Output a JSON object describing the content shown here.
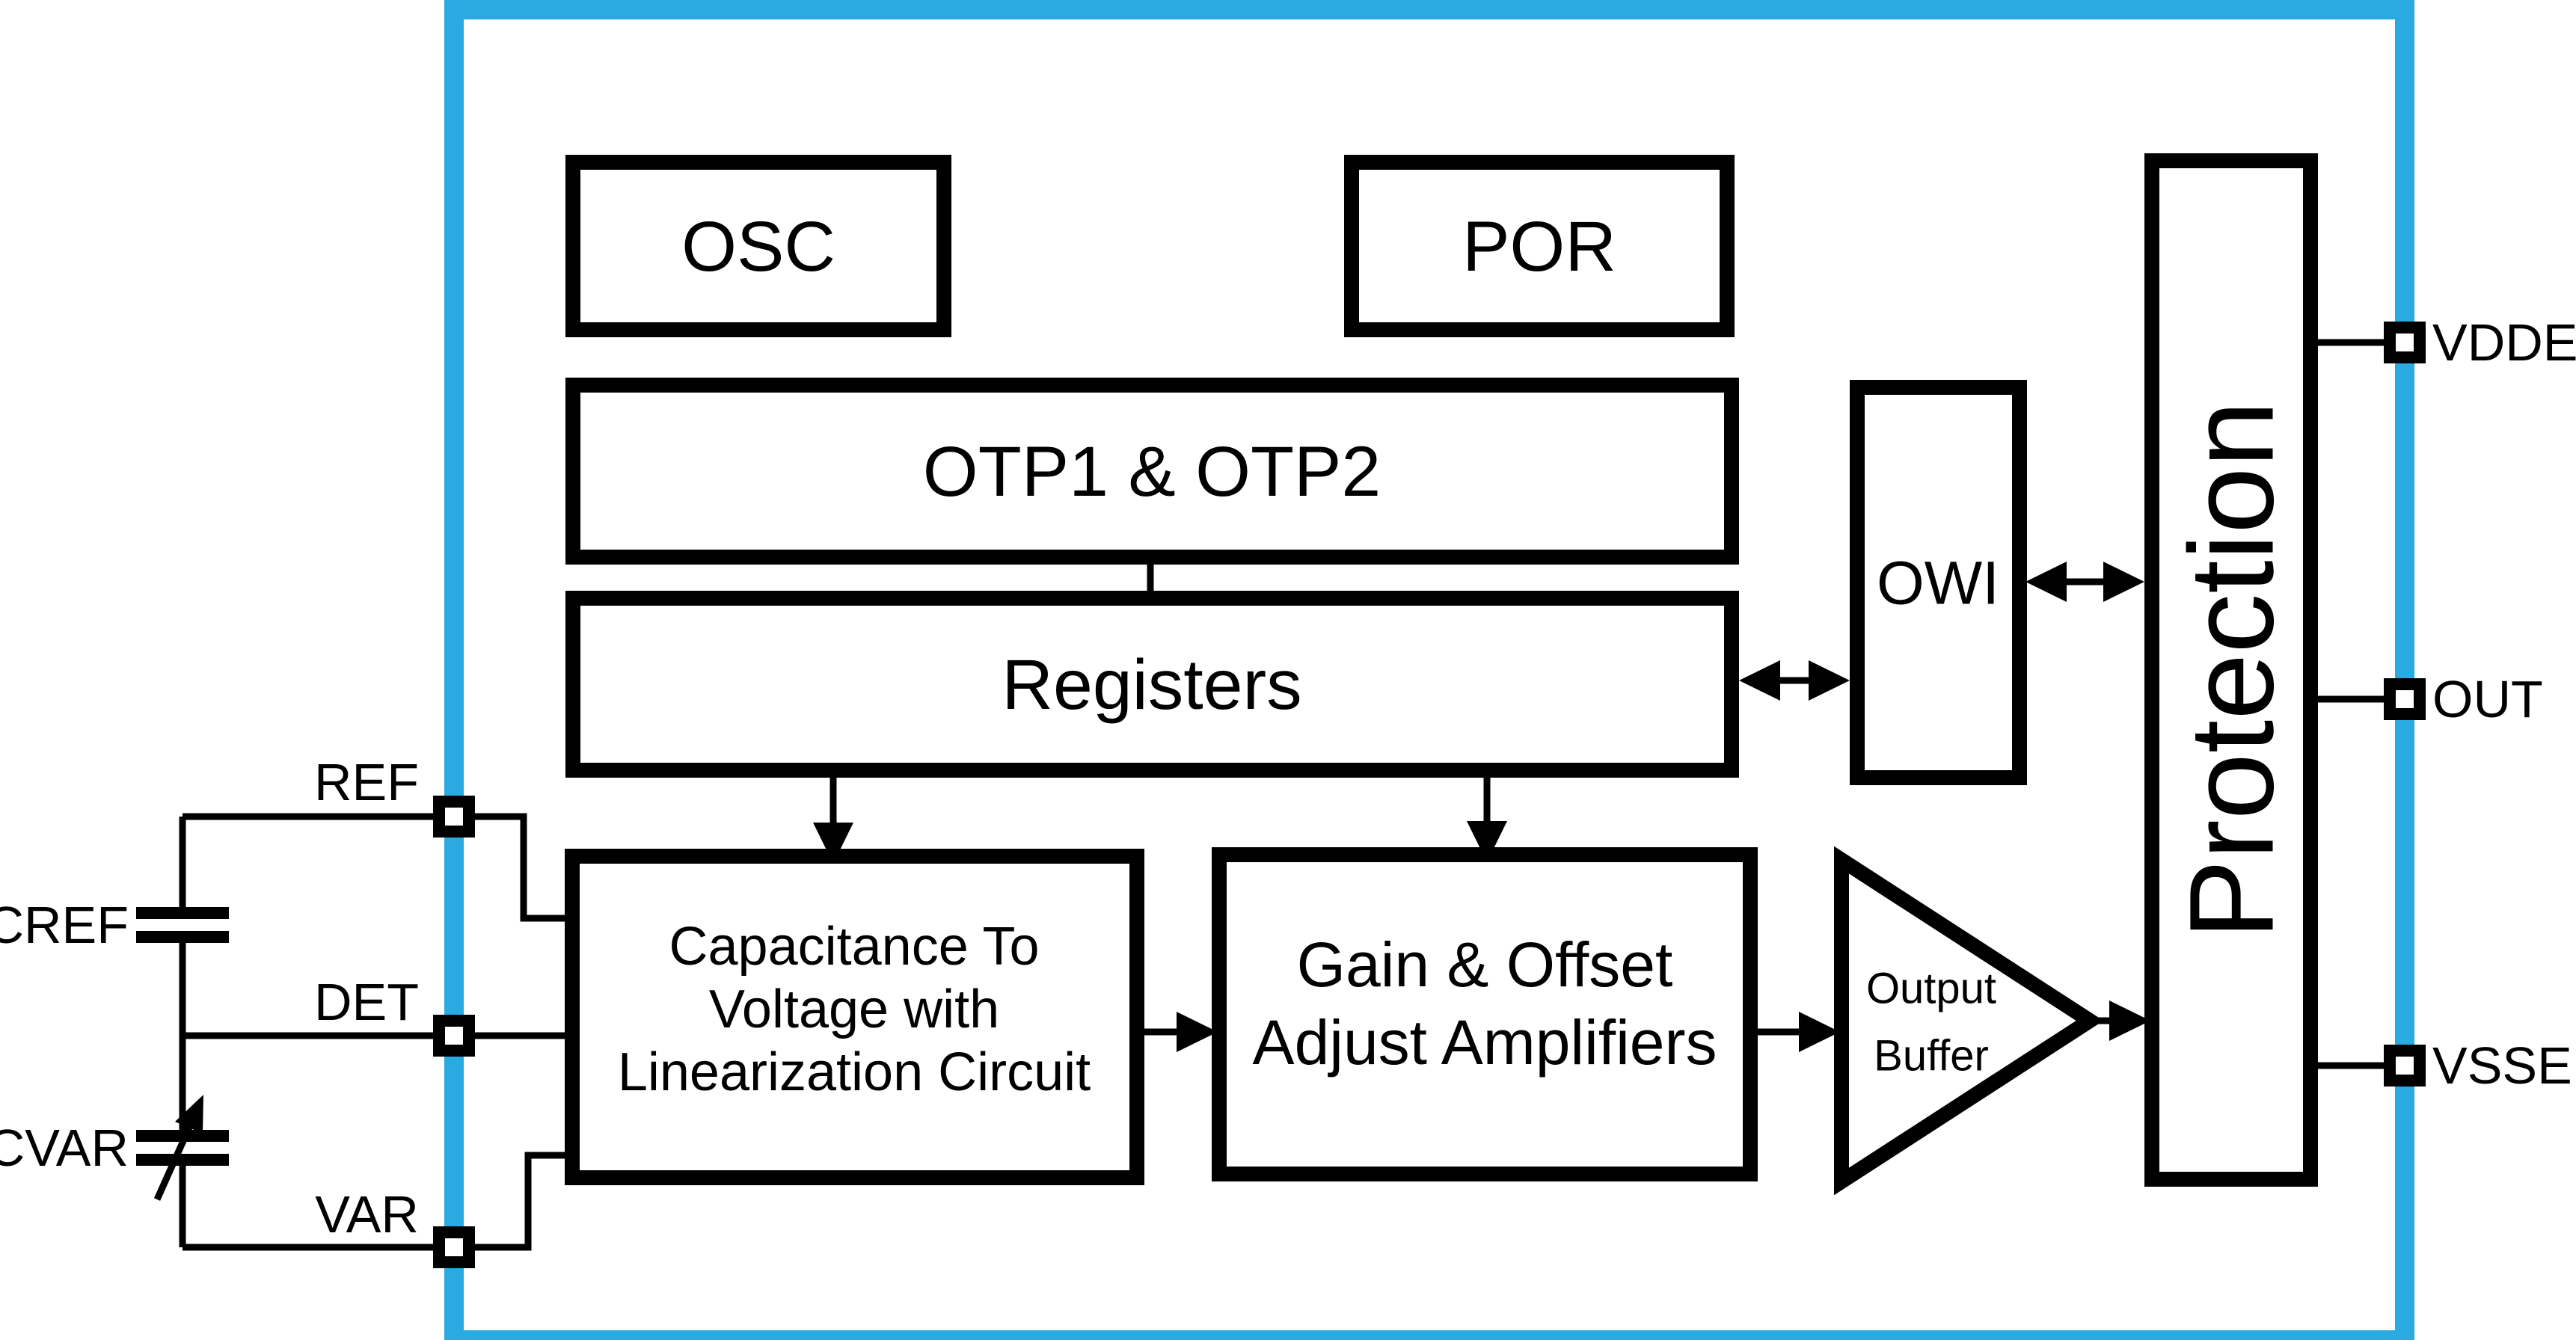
{
  "blocks": {
    "osc": {
      "label": "OSC"
    },
    "por": {
      "label": "POR"
    },
    "otp": {
      "label": "OTP1 & OTP2"
    },
    "registers": {
      "label": "Registers"
    },
    "owi": {
      "label": "OWI"
    },
    "protection": {
      "label": "Protection"
    },
    "c2v": {
      "line1": "Capacitance To",
      "line2": "Voltage with",
      "line3": "Linearization Circuit"
    },
    "gain": {
      "line1": "Gain & Offset",
      "line2": "Adjust Amplifiers"
    },
    "output_buffer": {
      "line1": "Output",
      "line2": "Buffer"
    }
  },
  "pins": {
    "left": [
      {
        "label": "REF"
      },
      {
        "label": "DET"
      },
      {
        "label": "VAR"
      }
    ],
    "right": [
      {
        "label": "VDDE"
      },
      {
        "label": "OUT"
      },
      {
        "label": "VSSE"
      }
    ]
  },
  "external_components": {
    "cref": {
      "label": "CREF"
    },
    "cvar": {
      "label": "CVAR"
    }
  },
  "colors": {
    "border": "#29ABE2",
    "ink": "#000000",
    "background": "#FFFFFF"
  }
}
